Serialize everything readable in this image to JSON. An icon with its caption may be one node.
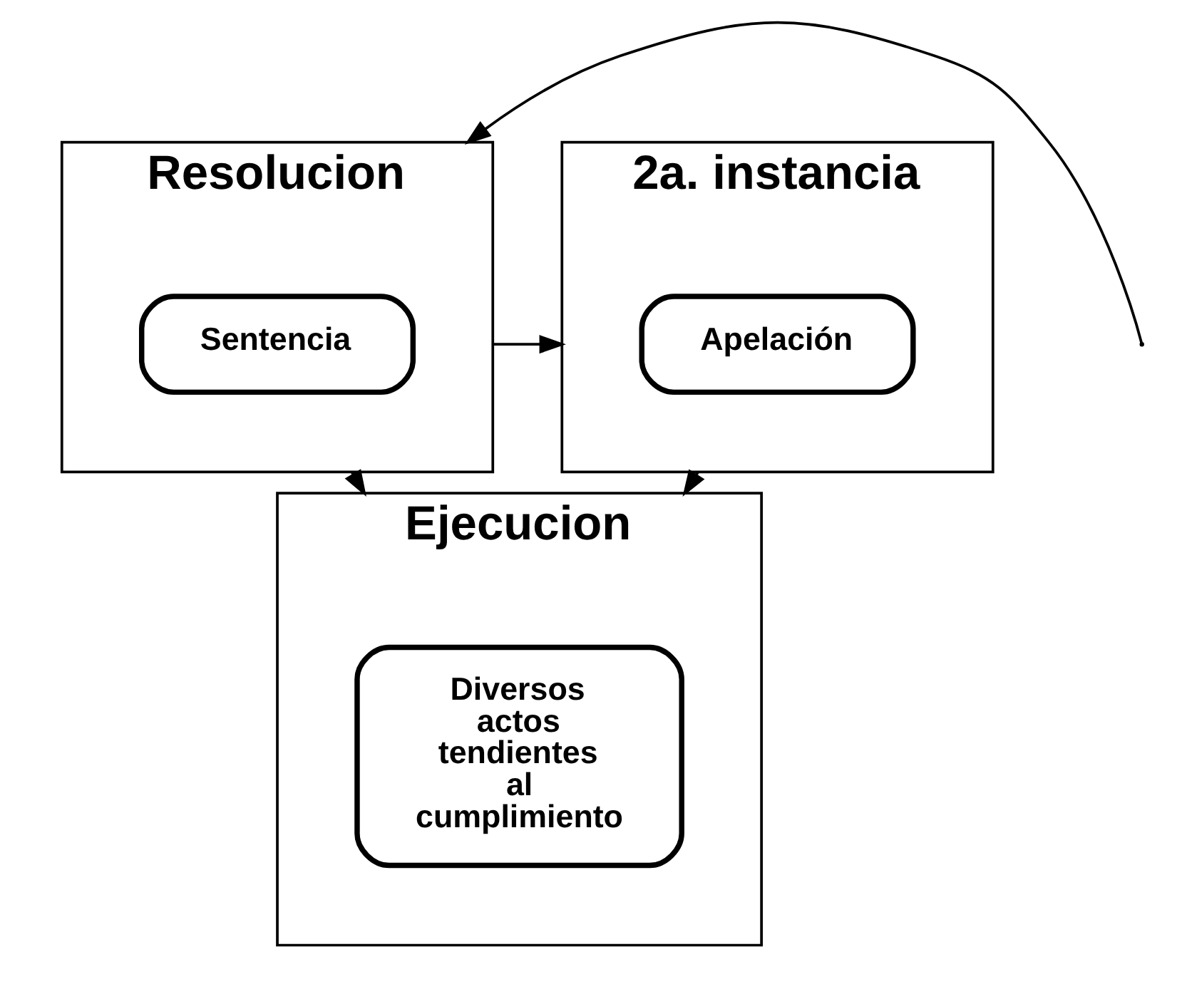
{
  "diagram": {
    "nodes": [
      {
        "text": [
          "Resolucion"
        ]
      },
      {
        "text": [
          "Sentencia"
        ],
        "in": 0
      },
      {
        "text": [
          "2a. instancia"
        ]
      },
      {
        "text": [
          "Apelación"
        ],
        "in": 2
      },
      {
        "text": [
          "Ejecucion"
        ]
      },
      {
        "text": [
          "Diversos actos tendientes al cumplimiento"
        ],
        "in": 4
      }
    ],
    "edges": [
      {
        "from": null,
        "to": 0,
        "arrow": "to"
      },
      {
        "from": 0,
        "to": 2,
        "arrow": "to"
      },
      {
        "from": 0,
        "to": 4,
        "arrow": "to"
      },
      {
        "from": 2,
        "to": 4,
        "arrow": "to"
      }
    ]
  }
}
